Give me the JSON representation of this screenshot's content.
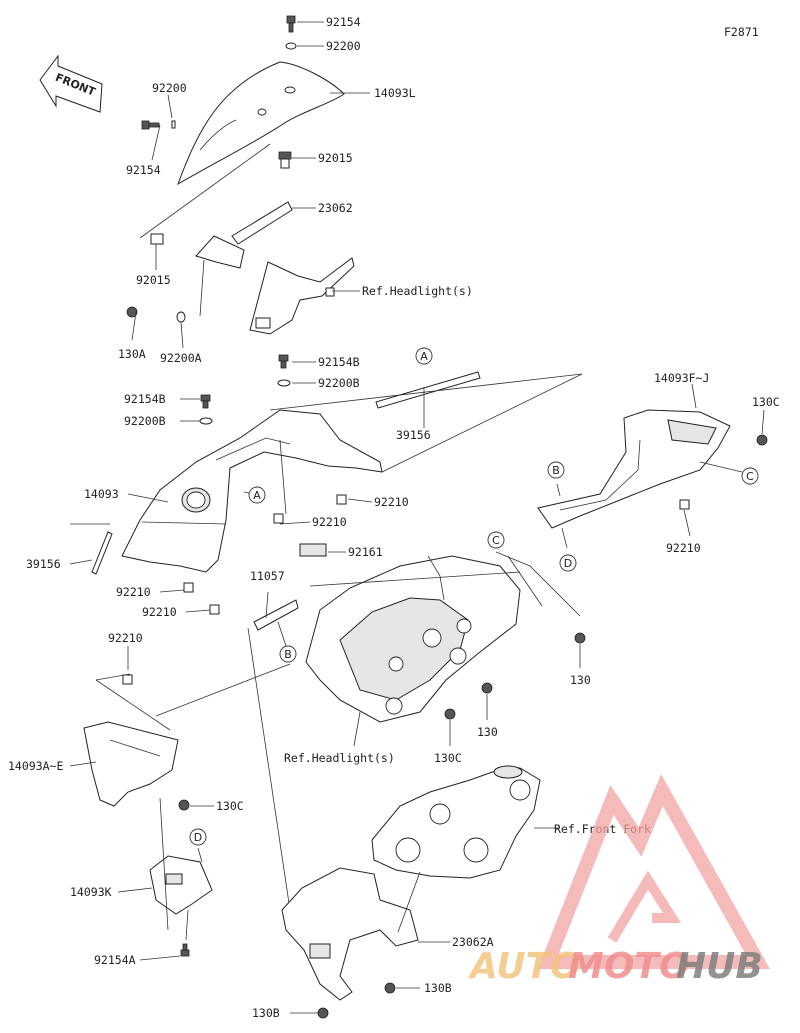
{
  "figure_id": "F2871",
  "front_arrow_text": "FRONT",
  "refs": {
    "headlight_top": "Ref.Headlight(s)",
    "headlight_bottom": "Ref.Headlight(s)",
    "front_fork": "Ref.Front Fork"
  },
  "parts": {
    "p92154_top": "92154",
    "p92200_top": "92200",
    "p14093L": "14093L",
    "p92200_left": "92200",
    "p92154_left": "92154",
    "p92015_right": "92015",
    "p23062": "23062",
    "p92015_left": "92015",
    "p130A": "130A",
    "p92200A": "92200A",
    "p92154B_right": "92154B",
    "p92200B_right": "92200B",
    "p92154B_left": "92154B",
    "p92200B_left": "92200B",
    "p39156_center": "39156",
    "p14093F_J": "14093F~J",
    "p130C_right": "130C",
    "p14093": "14093",
    "p92210_a": "92210",
    "p92210_b": "92210",
    "p92210_right": "92210",
    "p92161": "92161",
    "p39156_left": "39156",
    "p92210_c": "92210",
    "p92210_d": "92210",
    "p11057": "11057",
    "p92210_e": "92210",
    "p130_a": "130",
    "p130_b": "130",
    "p130C_mid": "130C",
    "p14093A_E": "14093A~E",
    "p130C_left": "130C",
    "p14093K": "14093K",
    "p92154A": "92154A",
    "p23062A": "23062A",
    "p130B_right": "130B",
    "p130B_left": "130B"
  },
  "callouts": {
    "A1": "A",
    "A2": "A",
    "B1": "B",
    "B2": "B",
    "C1": "C",
    "C2": "C",
    "D1": "D",
    "D2": "D"
  },
  "watermark": {
    "brand_a": "AUTO",
    "brand_b": "MOTO",
    "brand_c": "HUB",
    "colors": {
      "auto": "#f2c57f",
      "moto": "#ef8f8f",
      "hub": "#7f7f7f",
      "logo": "#f2a3a3"
    }
  }
}
